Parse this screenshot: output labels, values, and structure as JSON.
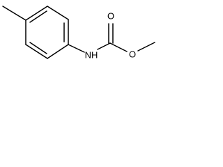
{
  "molecule": {
    "atoms": {
      "nitrogen_label": "NH",
      "carbonyl_oxygen_label": "O",
      "ester_oxygen_label": "O"
    },
    "colors": {
      "bond": "#000000",
      "label": "#000000",
      "background": "#ffffff"
    }
  }
}
